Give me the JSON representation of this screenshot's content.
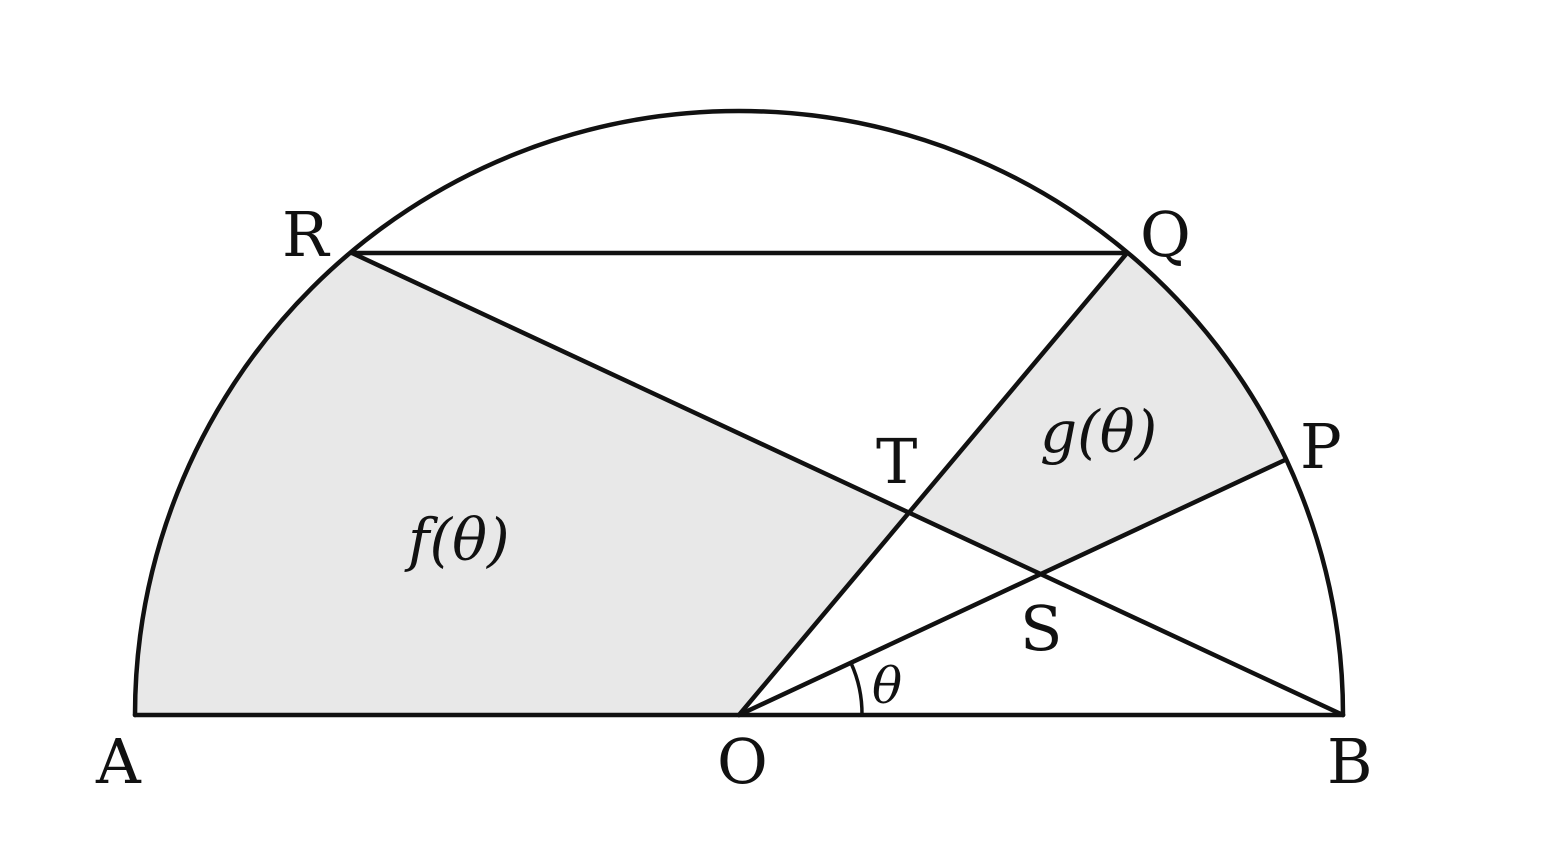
{
  "points": {
    "A": "A",
    "O": "O",
    "B": "B",
    "R": "R",
    "Q": "Q",
    "P": "P",
    "T": "T",
    "S": "S"
  },
  "regions": {
    "f": "f(θ)",
    "g": "g(θ)"
  },
  "angle": "θ",
  "colors": {
    "stroke": "#111111",
    "shade": "#e8e8e8",
    "background": "#ffffff"
  }
}
